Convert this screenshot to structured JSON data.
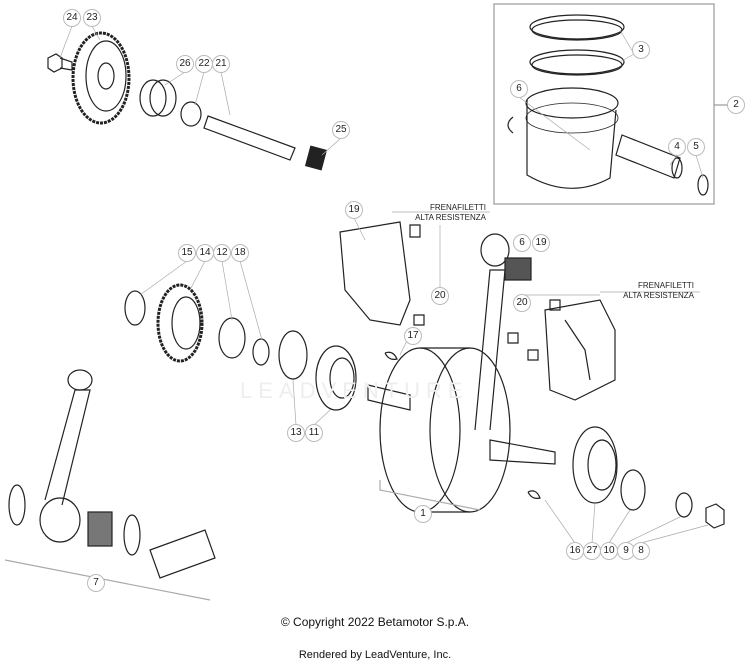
{
  "callouts": [
    "24",
    "23",
    "26",
    "22",
    "21",
    "25",
    "3",
    "6",
    "2",
    "4",
    "5",
    "19",
    "15",
    "14",
    "12",
    "18",
    "6",
    "19",
    "20",
    "20",
    "17",
    "13",
    "11",
    "1",
    "16",
    "27",
    "10",
    "9",
    "8",
    "7"
  ],
  "notes": [
    {
      "line1": "FRENAFILETTI",
      "line2": "ALTA RESISTENZA"
    },
    {
      "line1": "FRENAFILETTI",
      "line2": "ALTA RESISTENZA"
    }
  ],
  "watermark": "LEADVENTURE",
  "footer": {
    "copyright": "© Copyright 2022 Betamotor S.p.A.",
    "rendered": "Rendered by LeadVenture, Inc."
  }
}
